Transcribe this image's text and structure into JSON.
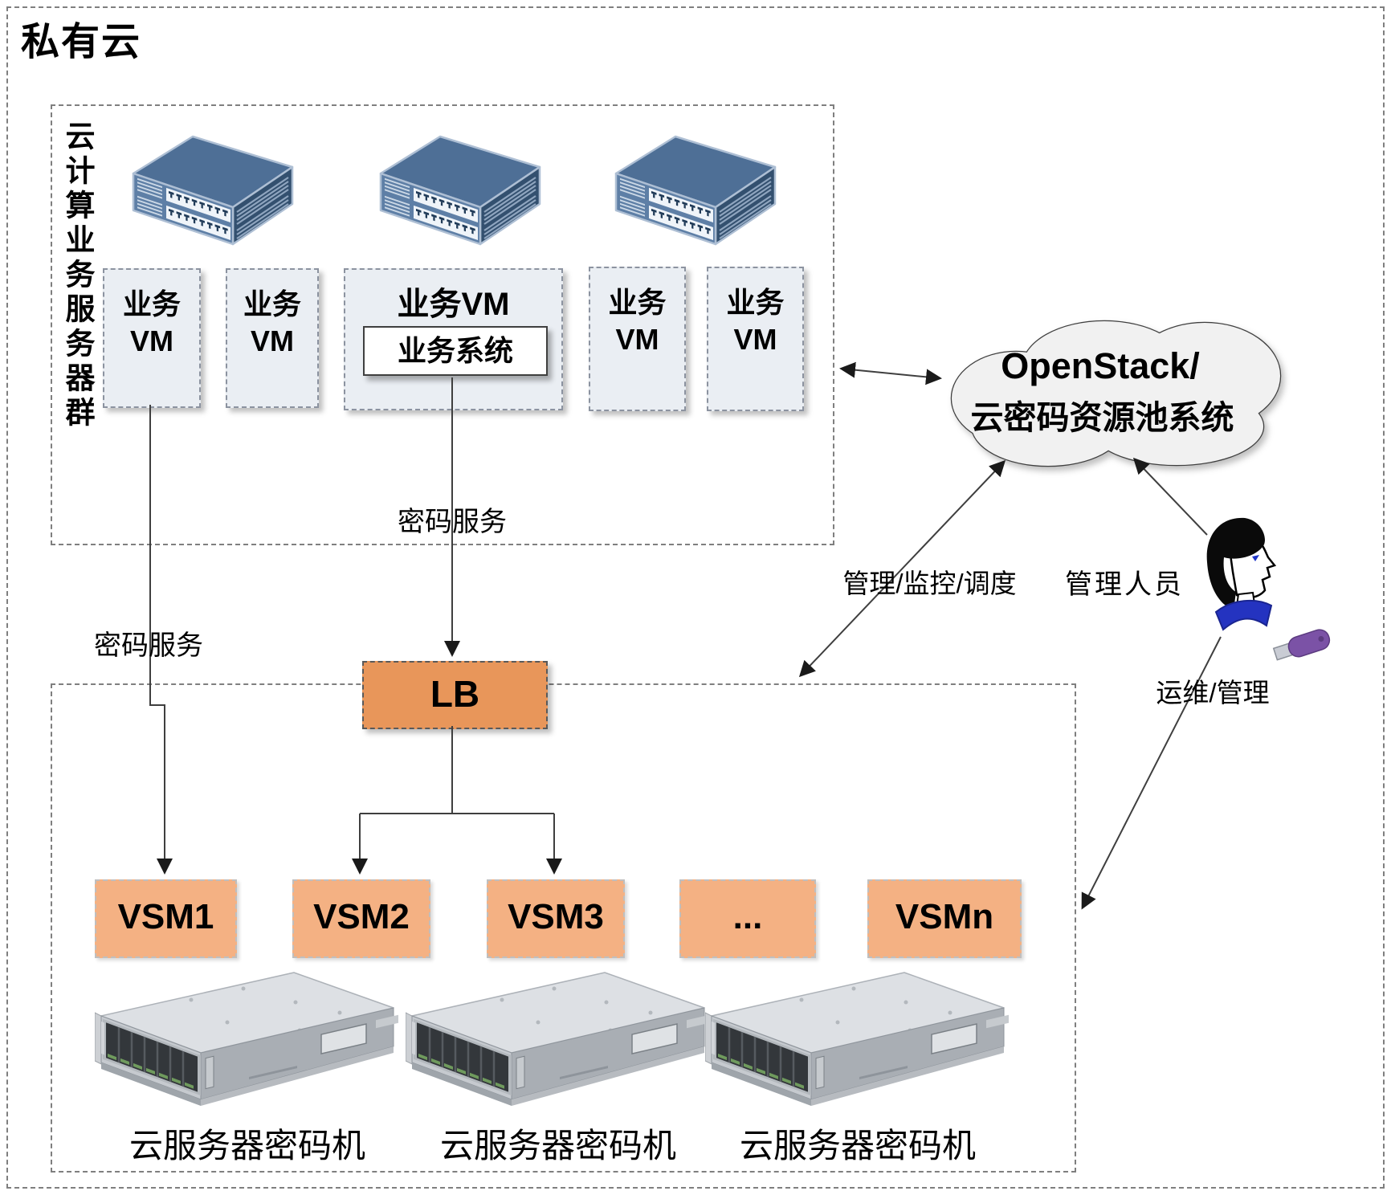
{
  "title": "私有云",
  "server_cluster": {
    "label": "云计算业务服务器群",
    "vm_small_line1": "业务",
    "vm_small_line2": "VM",
    "vm_wide_label": "业务VM",
    "business_system_label": "业务系统"
  },
  "cloud": {
    "line1": "OpenStack/",
    "line2": "云密码资源池系统"
  },
  "edges": {
    "crypto_service_top": "密码服务",
    "crypto_service_left": "密码服务",
    "manage_monitor_schedule": "管理/监控/调度",
    "ops_manage": "运维/管理"
  },
  "admin": {
    "label": "管理人员"
  },
  "lb": {
    "label": "LB"
  },
  "vsm": [
    "VSM1",
    "VSM2",
    "VSM3",
    "...",
    "VSMn"
  ],
  "servers": [
    "云服务器密码机",
    "云服务器密码机",
    "云服务器密码机"
  ],
  "icons": [
    "network-switch-icon",
    "cloud-shape",
    "admin-person-icon",
    "usb-key-icon",
    "rack-server-icon",
    "arrow-connector"
  ],
  "colors": {
    "lb_orange": "#E8965A",
    "vsm_orange": "#F4B183",
    "vm_fill": "#EAEEF3",
    "dashed_border": "#7f7f7f",
    "switch_blue": "#4E6F96",
    "switch_side": "#33506F",
    "cloud_fill": "#F1F1F1",
    "line": "#3F3F3F",
    "collar_blue": "#2433C0",
    "usb_purple": "#7B52A6"
  }
}
